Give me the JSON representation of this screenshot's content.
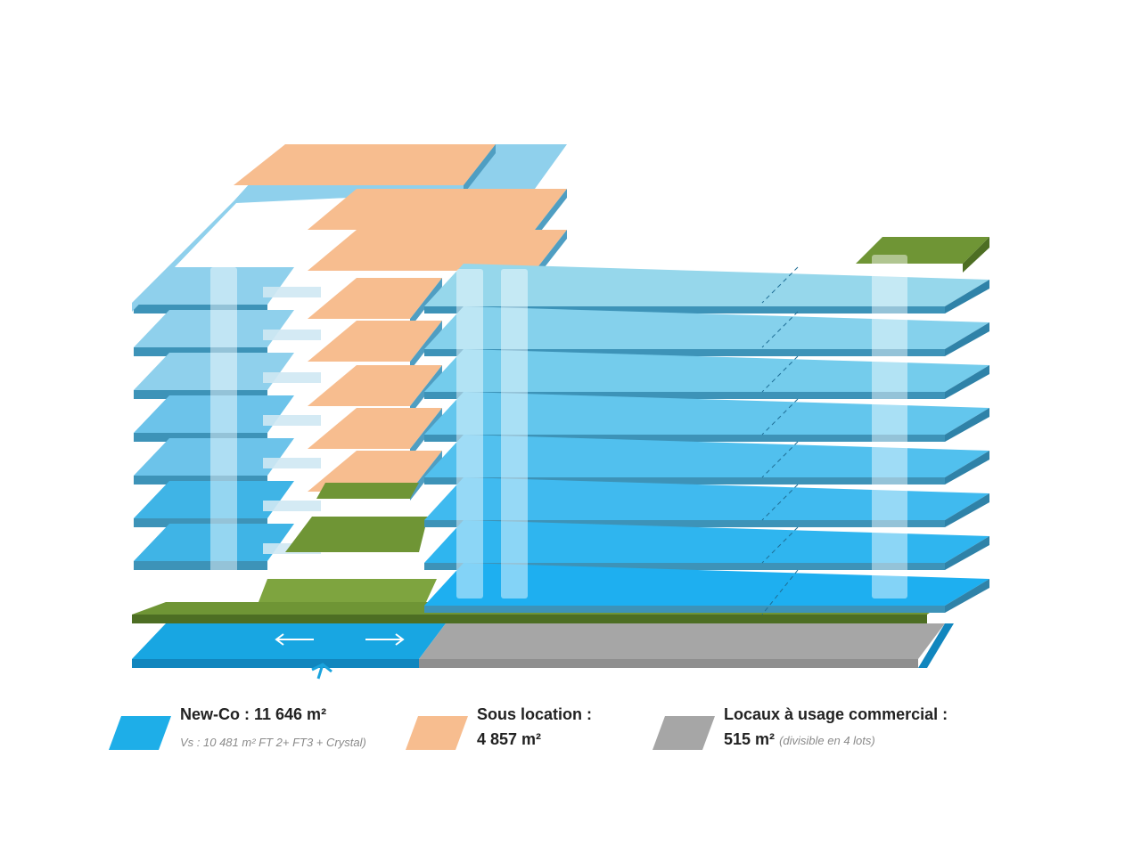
{
  "colors": {
    "newco": "#1eaee8",
    "sous_location": "#f7bd8f",
    "commercial": "#a6a6a6",
    "terrace": "#6f9535"
  },
  "legend": {
    "newco": {
      "title": "New-Co : 11 646 m²",
      "subtitle": "Vs : 10 481 m² FT 2+ FT3 + Crystal)"
    },
    "sous_location": {
      "title": "Sous location :",
      "value": "4 857 m²"
    },
    "commercial": {
      "title": "Locaux à usage commercial :",
      "value": "515 m²",
      "note": "(divisible en 4 lots)"
    }
  },
  "diagram": {
    "arrows": [
      "arrow-left-icon",
      "arrow-right-icon",
      "arrow-up-icon"
    ]
  }
}
